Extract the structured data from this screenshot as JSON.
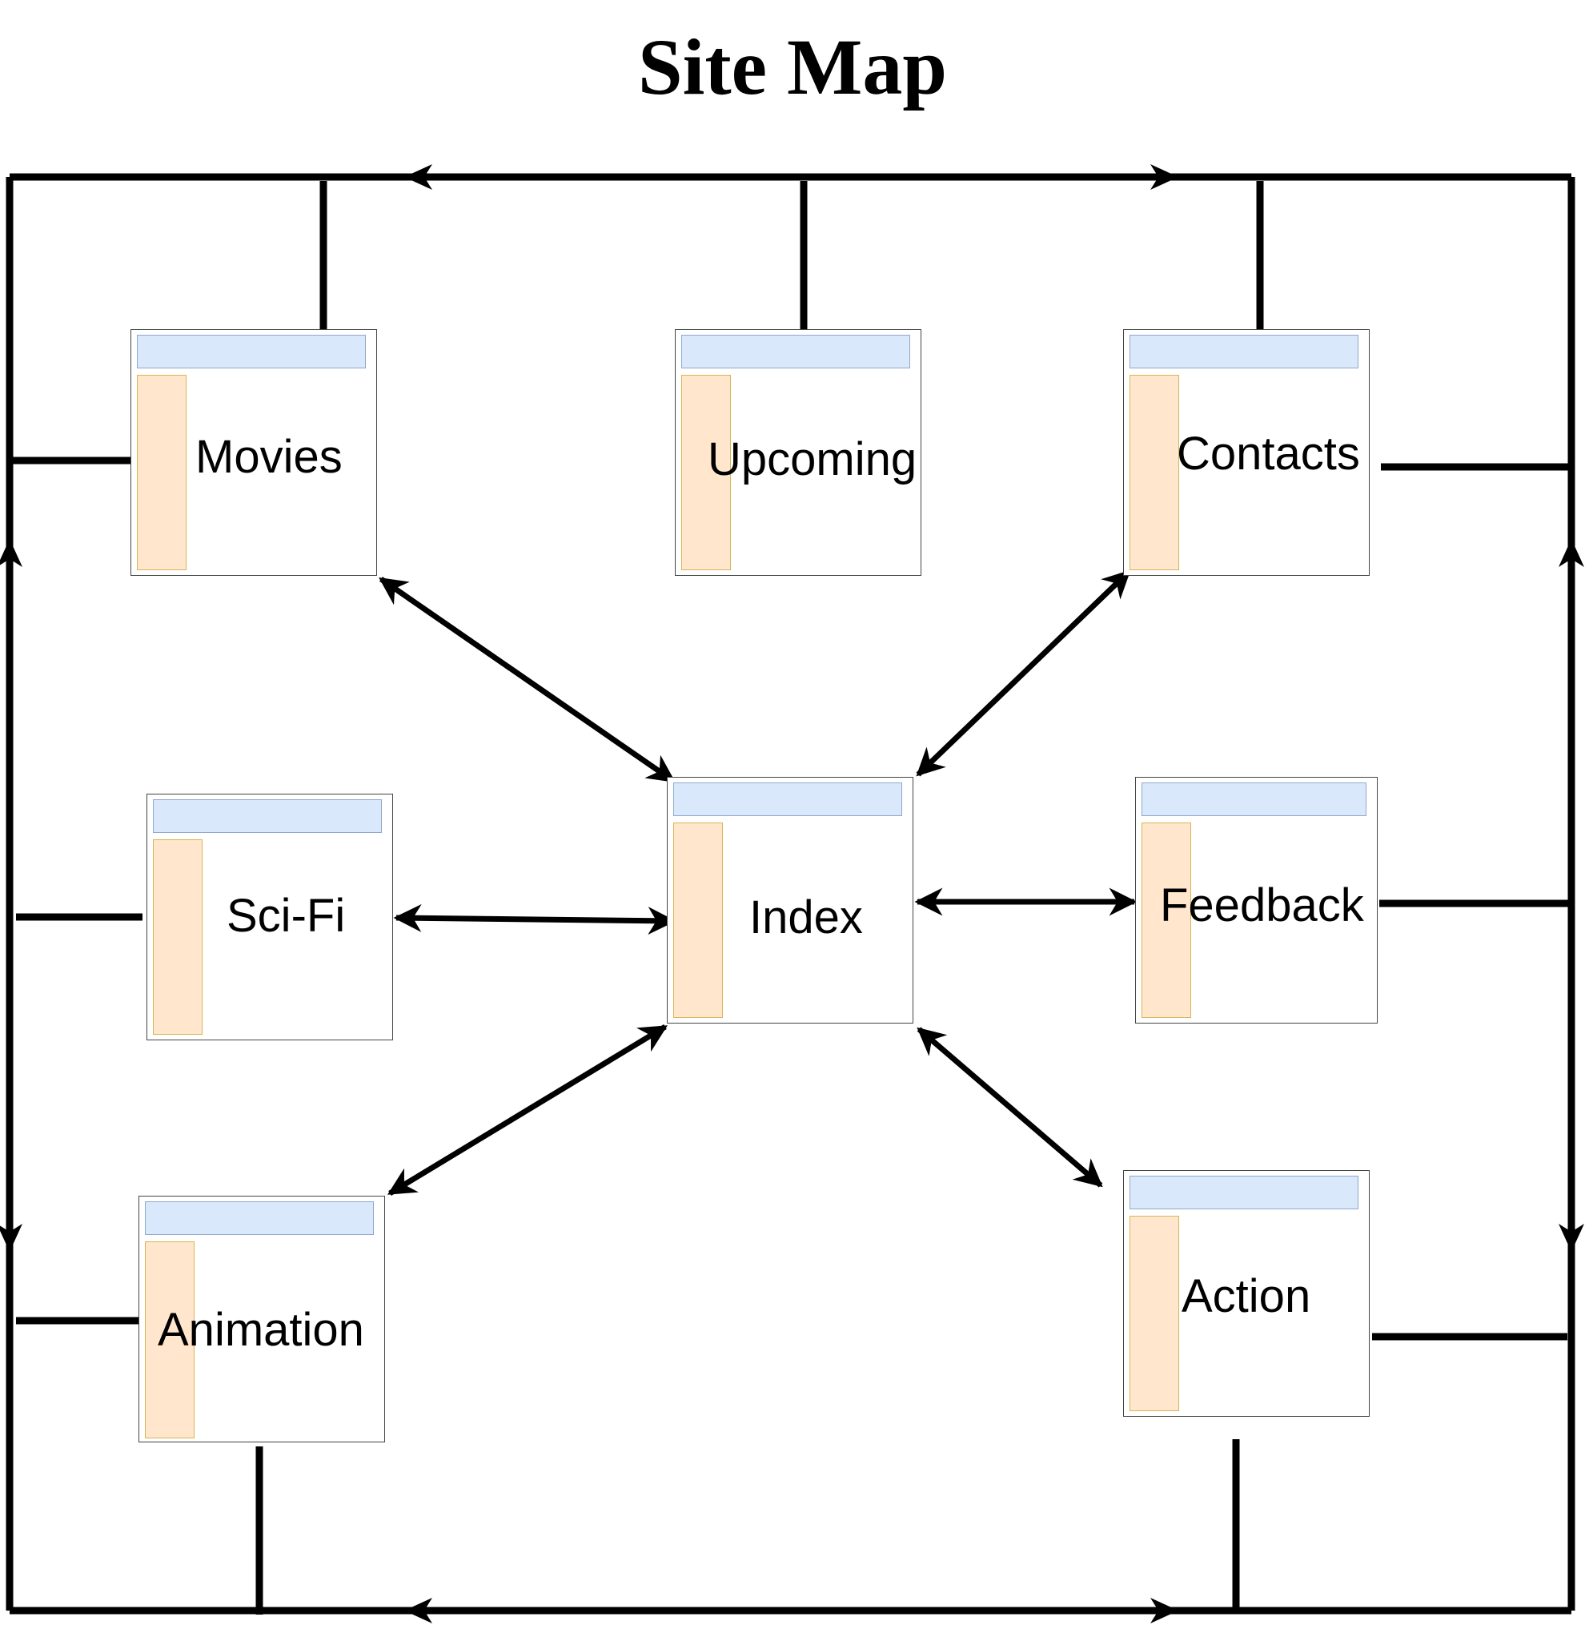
{
  "title": "Site Map",
  "pages": {
    "movies": "Movies",
    "upcoming": "Upcoming",
    "contacts": "Contacts",
    "scifi": "Sci-Fi",
    "index": "Index",
    "feedback": "Feedback",
    "animation": "Animation",
    "action": "Action"
  },
  "colors": {
    "header_bar": "#dae8fc",
    "sidebar": "#ffe6cc",
    "connector": "#000000"
  }
}
